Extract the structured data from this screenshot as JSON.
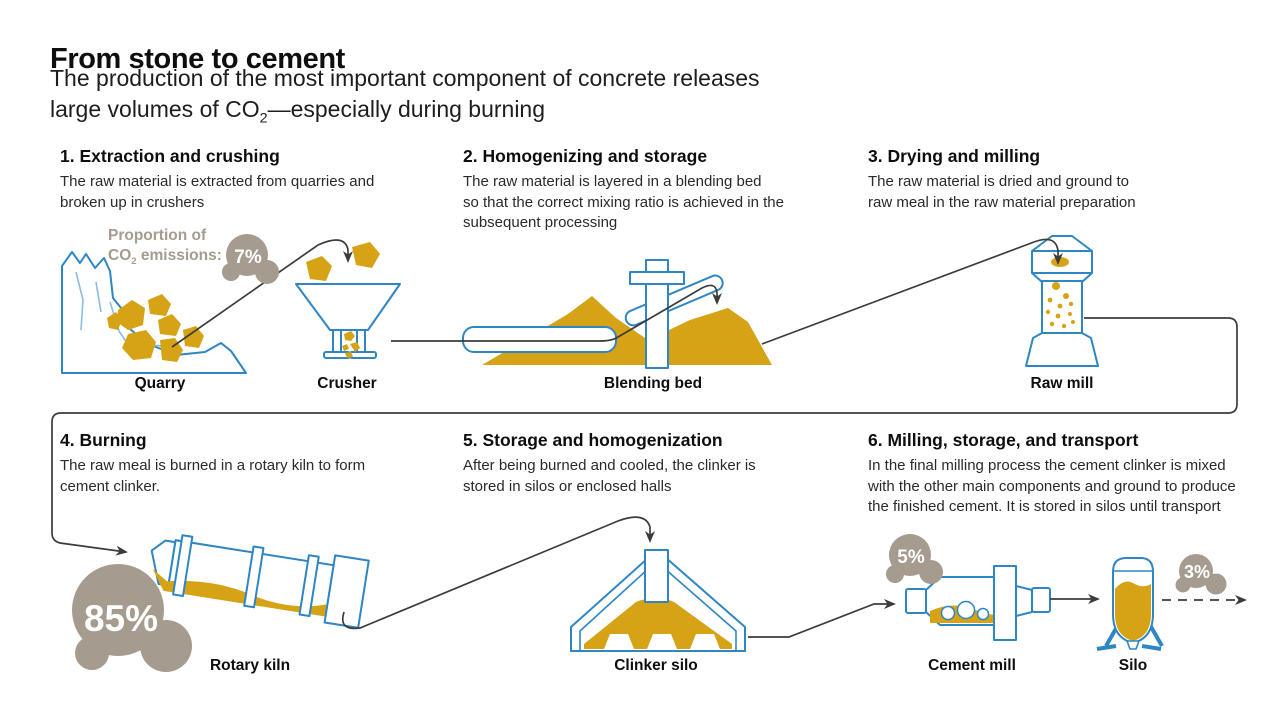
{
  "header": {
    "title": "From stone to cement",
    "subtitle": {
      "line1": "The production of the most important component of concrete releases",
      "line2_pre": "large volumes of CO",
      "line2_sub": "2",
      "line2_post": "—especially during burning"
    }
  },
  "emissions": {
    "label": {
      "line1": "Proportion of",
      "line2_pre": "CO",
      "line2_sub": "2",
      "line2_post": " emissions:"
    },
    "values": {
      "crusher": "7%",
      "rotary_kiln": "85%",
      "cement_mill": "5%",
      "transport": "3%"
    }
  },
  "steps": [
    {
      "title": "1. Extraction and crushing",
      "description": "The raw material is extracted from quarries and\nbroken up in crushers"
    },
    {
      "title": "2. Homogenizing and storage",
      "description": "The raw material is layered in a blending bed\nso that the correct mixing ratio is achieved in the\nsubsequent processing"
    },
    {
      "title": "3. Drying and milling",
      "description": "The raw material is dried and ground to\nraw meal in the raw material preparation"
    },
    {
      "title": "4. Burning",
      "description": "The raw meal is burned in a rotary kiln to form\ncement clinker."
    },
    {
      "title": "5. Storage and homogenization",
      "description": "After being burned and cooled, the clinker is\nstored in silos or enclosed halls"
    },
    {
      "title": "6. Milling, storage, and transport",
      "description": "In the final milling process the cement clinker is mixed\nwith the other main components and ground to produce\nthe finished cement. It is stored in silos until transport"
    }
  ],
  "machines": {
    "quarry": "Quarry",
    "crusher": "Crusher",
    "blending_bed": "Blending bed",
    "raw_mill": "Raw mill",
    "rotary_kiln": "Rotary kiln",
    "clinker_silo": "Clinker silo",
    "cement_mill": "Cement mill",
    "silo": "Silo"
  },
  "colors": {
    "machine_blue": "#2e86c3",
    "material_gold": "#d5a315",
    "cloud_gray": "#a59b8e",
    "flow_line": "#3c3c3a"
  }
}
